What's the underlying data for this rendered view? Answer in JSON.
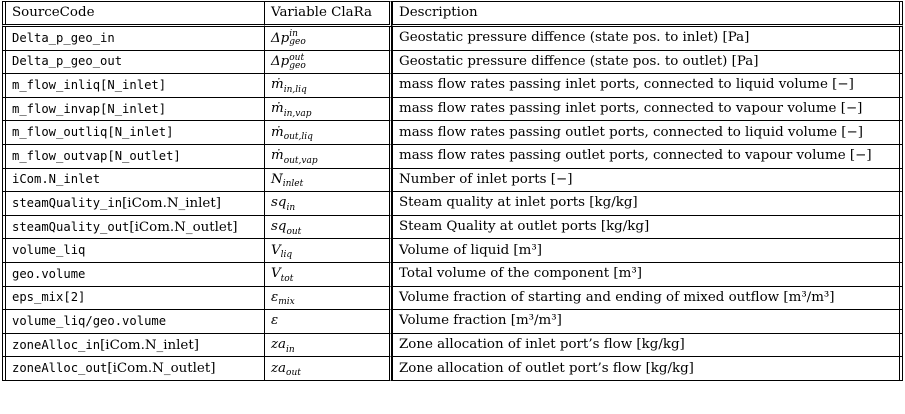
{
  "headers": {
    "source": "SourceCode",
    "variable": "Variable ClaRa",
    "description": "Description"
  },
  "rows": [
    {
      "code": "Delta_p_geo_in",
      "code_suffix": "",
      "var_base": "Δp",
      "var_sub": "geo",
      "var_sup": "in",
      "desc": "Geostatic pressure diffence (state pos. to inlet) [Pa]"
    },
    {
      "code": "Delta_p_geo_out",
      "code_suffix": "",
      "var_base": "Δp",
      "var_sub": "geo",
      "var_sup": "out",
      "desc": "Geostatic pressure diffence (state pos. to outlet) [Pa]"
    },
    {
      "code": "m_flow_inliq[N_inlet]",
      "code_suffix": "",
      "var_base": "ṁ",
      "var_sub": "in,liq",
      "var_sup": "",
      "desc": "mass flow rates passing inlet ports, connected to liquid volume [−]"
    },
    {
      "code": "m_flow_invap[N_inlet]",
      "code_suffix": "",
      "var_base": "ṁ",
      "var_sub": "in,vap",
      "var_sup": "",
      "desc": "mass flow rates passing inlet ports, connected to vapour volume [−]"
    },
    {
      "code": "m_flow_outliq[N_inlet]",
      "code_suffix": "",
      "var_base": "ṁ",
      "var_sub": "out,liq",
      "var_sup": "",
      "desc": "mass flow rates passing outlet ports, connected to liquid volume [−]"
    },
    {
      "code": "m_flow_outvap[N_outlet]",
      "code_suffix": "",
      "var_base": "ṁ",
      "var_sub": "out,vap",
      "var_sup": "",
      "desc": "mass flow rates passing outlet ports, connected to vapour volume [−]"
    },
    {
      "code": "iCom.N_inlet",
      "code_suffix": "",
      "var_base": "N",
      "var_sub": "inlet",
      "var_sup": "",
      "desc": "Number of inlet ports [−]"
    },
    {
      "code": "steamQuality_in",
      "code_suffix": "[iCom.N_inlet]",
      "var_base": "sq",
      "var_sub": "in",
      "var_sup": "",
      "desc": "Steam quality at inlet ports [kg/kg]"
    },
    {
      "code": "steamQuality_out",
      "code_suffix": "[iCom.N_outlet]",
      "var_base": "sq",
      "var_sub": "out",
      "var_sup": "",
      "desc": "Steam Quality at outlet ports [kg/kg]"
    },
    {
      "code": "volume_liq",
      "code_suffix": "",
      "var_base": "V",
      "var_sub": "liq",
      "var_sup": "",
      "desc": "Volume of liquid [m³]"
    },
    {
      "code": "geo.volume",
      "code_suffix": "",
      "var_base": "V",
      "var_sub": "tot",
      "var_sup": "",
      "desc": "Total volume of the component [m³]"
    },
    {
      "code": "eps_mix[2]",
      "code_suffix": "",
      "var_base": "ε",
      "var_sub": "mix",
      "var_sup": "",
      "desc": "Volume fraction of starting and ending of mixed outflow [m³/m³]"
    },
    {
      "code": "volume_liq/geo.volume",
      "code_suffix": "",
      "var_base": "ε",
      "var_sub": "",
      "var_sup": "",
      "desc": "Volume fraction [m³/m³]"
    },
    {
      "code": "zoneAlloc_in",
      "code_suffix": "[iCom.N_inlet]",
      "var_base": "za",
      "var_sub": "in",
      "var_sup": "",
      "desc": "Zone allocation of inlet port’s flow [kg/kg]"
    },
    {
      "code": "zoneAlloc_out",
      "code_suffix": "[iCom.N_outlet]",
      "var_base": "za",
      "var_sub": "out",
      "var_sup": "",
      "desc": "Zone allocation of outlet port’s flow [kg/kg]"
    }
  ]
}
